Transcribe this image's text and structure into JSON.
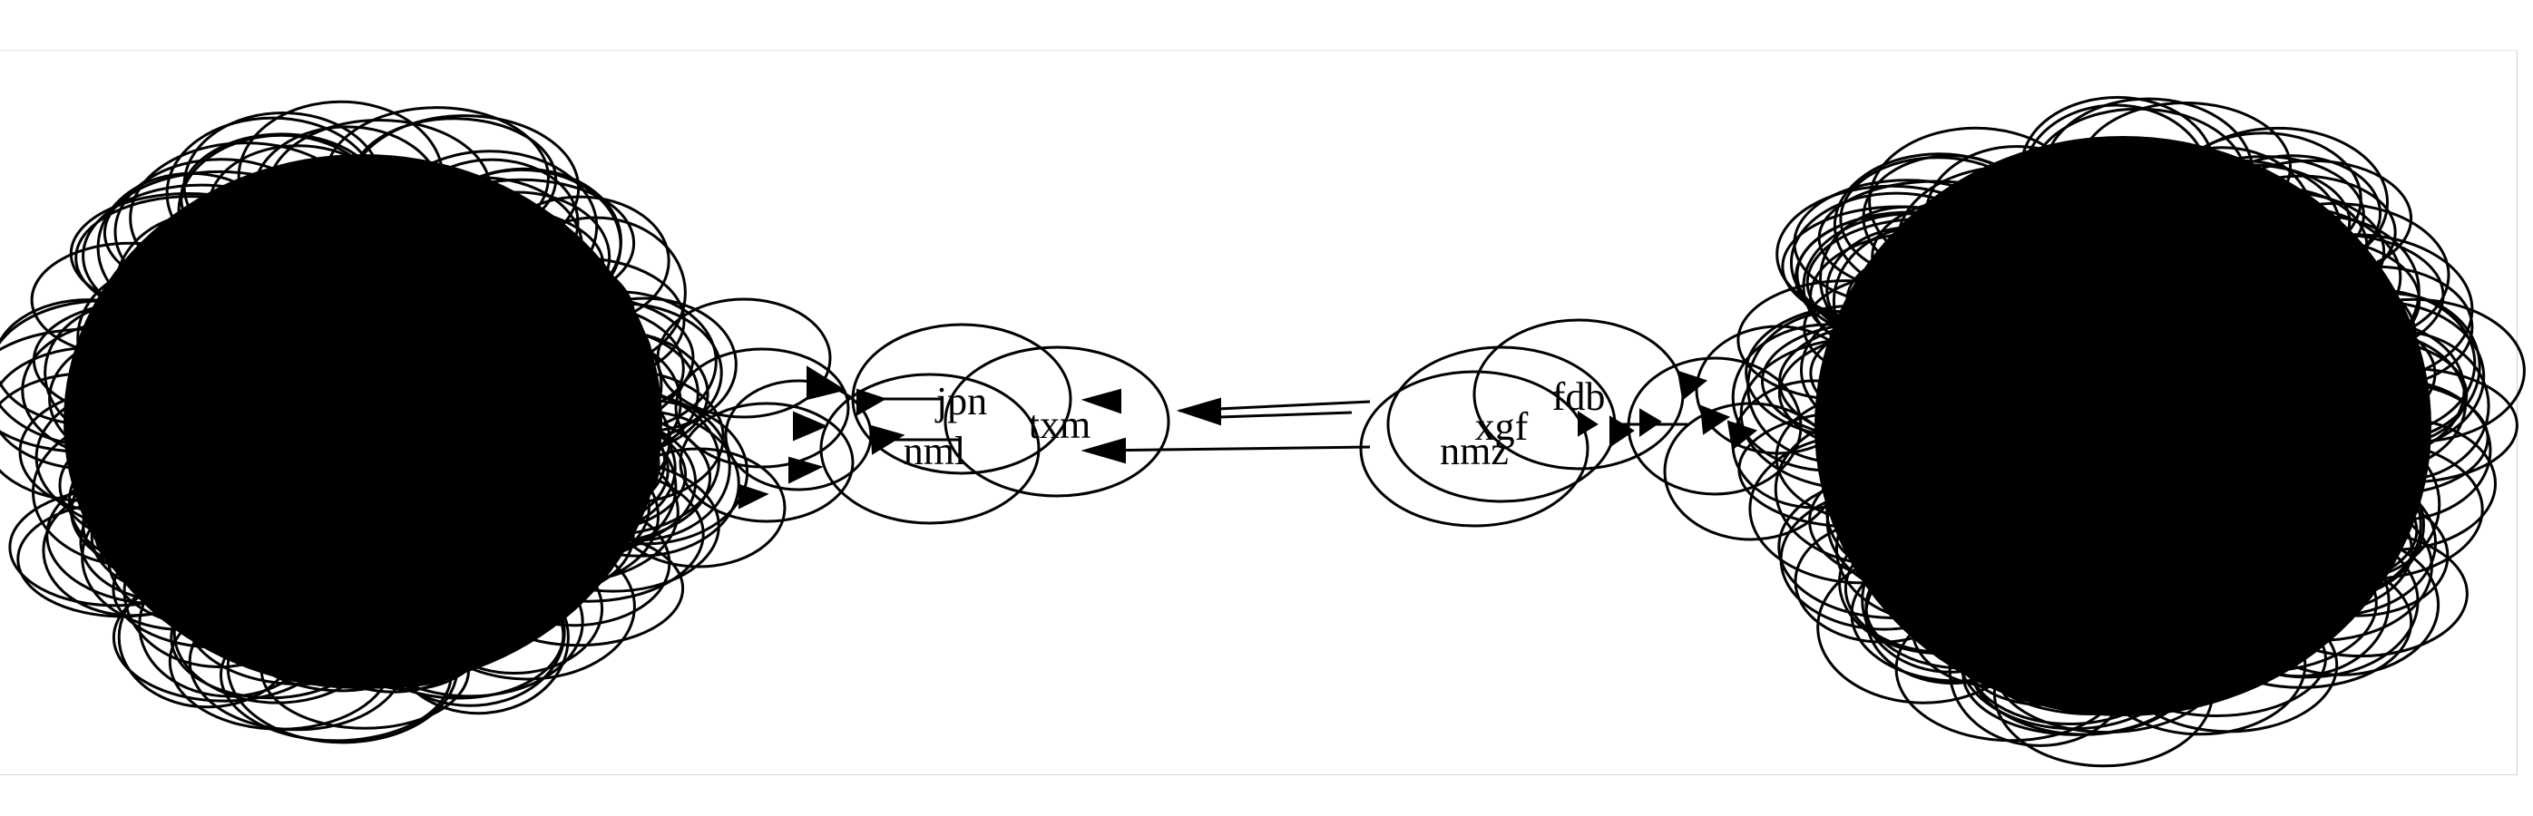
{
  "graph": {
    "colors": {
      "stroke": "#000000",
      "background": "#ffffff"
    },
    "nodes": [
      {
        "id": "jpn",
        "label": "jpn"
      },
      {
        "id": "txm",
        "label": "txm"
      },
      {
        "id": "nml",
        "label": "nml"
      },
      {
        "id": "xgf",
        "label": "xgf"
      },
      {
        "id": "fdb",
        "label": "fdb"
      },
      {
        "id": "nmz",
        "label": "nmz"
      }
    ],
    "edges": [
      {
        "from": "xgf",
        "to": "txm"
      },
      {
        "from": "nmz",
        "to": "txm"
      },
      {
        "from": "xgf",
        "to": "fdb"
      },
      {
        "from": "nml",
        "to": "txm"
      }
    ],
    "clusters": [
      {
        "id": "left-cluster",
        "description_color": "#000000"
      },
      {
        "id": "right-cluster",
        "description_color": "#000000"
      }
    ]
  }
}
